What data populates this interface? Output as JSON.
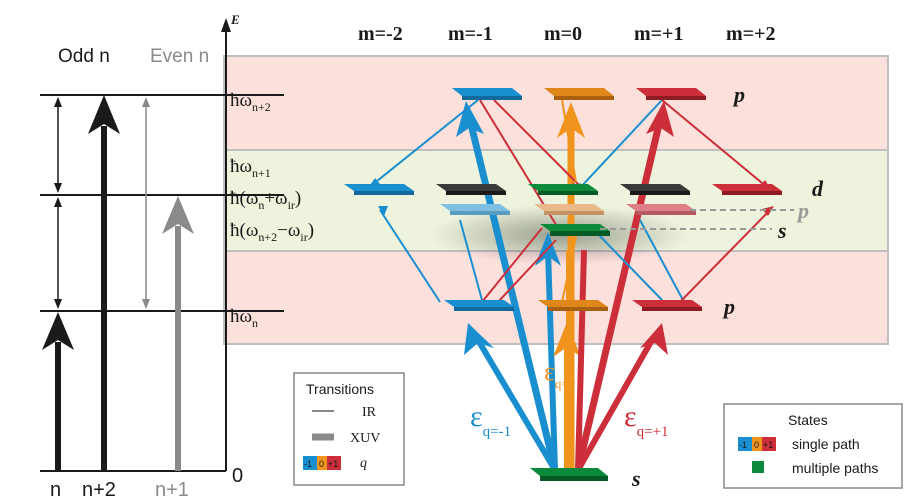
{
  "axis": {
    "label": "E",
    "zero": "0"
  },
  "left_panel": {
    "odd_header": "Odd n",
    "even_header": "Even n",
    "bottom_labels": [
      "n",
      "n+2",
      "n+1"
    ]
  },
  "levels": {
    "top": {
      "hbar": "ħω",
      "sub": "n+2"
    },
    "mid1": {
      "hbar": "ħω",
      "sub": "n+1"
    },
    "mid2": {
      "pre": "ħ(ω",
      "sub1": "n",
      "mid": "+ω",
      "sub2": "ir",
      "post": ")"
    },
    "mid3": {
      "pre": "ħ(ω",
      "sub1": "n+2",
      "mid": "−ω",
      "sub2": "ir",
      "post": ")"
    },
    "bottom": {
      "hbar": "ħω",
      "sub": "n"
    }
  },
  "m_labels": [
    "m=-2",
    "m=-1",
    "m=0",
    "m=+1",
    "m=+2"
  ],
  "orbital_labels": {
    "top_p": "p",
    "d": "d",
    "p_side": "p",
    "s_side": "s",
    "bottom_p": "p",
    "ground_s": "s"
  },
  "epsilon": {
    "sym": "ε",
    "minus": "q=-1",
    "zero": "q=0",
    "plus": "q=+1"
  },
  "legend_transitions": {
    "title": "Transitions",
    "ir": "IR",
    "xuv": "XUV",
    "q_symbol": "q",
    "chips": [
      "-1",
      "0",
      "+1"
    ]
  },
  "legend_states": {
    "title": "States",
    "single": "single path",
    "multiple": "multiple paths",
    "chips": [
      "-1",
      "0",
      "+1"
    ]
  },
  "colors": {
    "blue": "#1a8fd0",
    "orange": "#f0941e",
    "red": "#cc2f3a",
    "green": "#0a8a3a",
    "dark": "#3a3a3a",
    "band_pink": "#fbe0dc",
    "band_green": "#edf3dc"
  }
}
